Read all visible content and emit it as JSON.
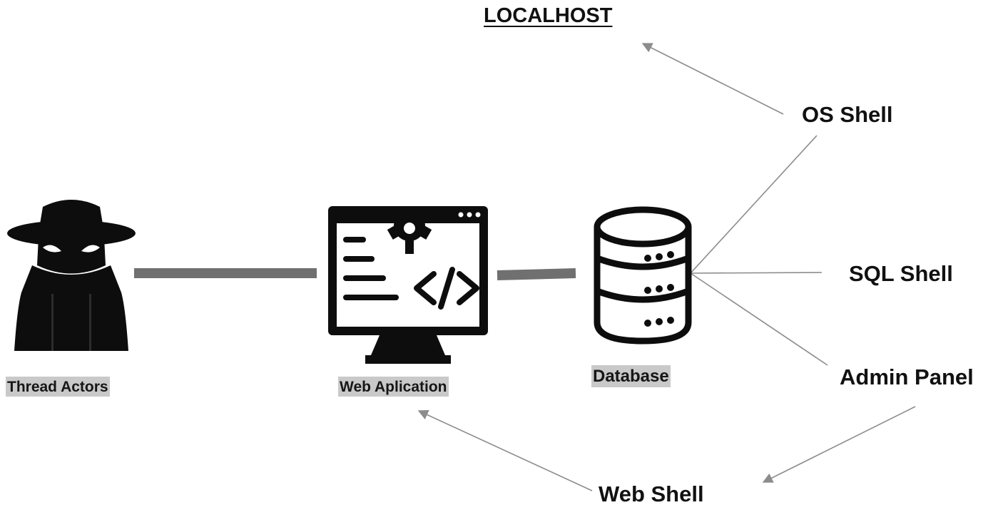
{
  "title": "LOCALHOST",
  "nodes": {
    "threat_actors": "Thread Actors",
    "web_application": "Web Aplication",
    "database": "Database"
  },
  "targets": {
    "os_shell": "OS Shell",
    "sql_shell": "SQL Shell",
    "admin_panel": "Admin Panel",
    "web_shell": "Web Shell"
  },
  "icons": {
    "actor": "hooded-hacker-icon",
    "webapp": "monitor-code-gear-icon",
    "database": "database-stack-icon"
  },
  "colors": {
    "connector": "#707070",
    "thin_line": "#8c8c8c",
    "caption_bg": "#c9c9c9",
    "icon": "#0d0d0d"
  }
}
